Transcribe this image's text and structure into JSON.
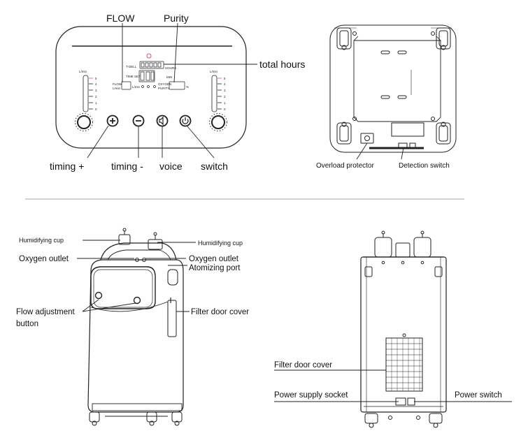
{
  "control_panel": {
    "callouts": {
      "flow": "FLOW",
      "purity": "Purity",
      "total_hours": "total hours",
      "timing_plus": "timing +",
      "timing_minus": "timing -",
      "voice": "voice",
      "switch": "switch"
    },
    "scale_marks": [
      "5",
      "4",
      "3",
      "2",
      "1",
      "0"
    ],
    "scale_header": "L/min"
  },
  "bottom_view": {
    "callouts": {
      "overload_protector": "Overload protector",
      "detection_switch": "Detection switch"
    }
  },
  "front_view": {
    "callouts": {
      "humidifying_cup_left": "Humidifying cup",
      "humidifying_cup_right": "Humidifying cup",
      "oxygen_outlet_left": "Oxygen outlet",
      "oxygen_outlet_right": "Oxygen outlet",
      "atomizing_port": "Atomizing port",
      "flow_adjustment_line1": "Flow adjustment",
      "flow_adjustment_line2": "button",
      "filter_door_cover": "Filter door cover"
    }
  },
  "back_view": {
    "callouts": {
      "filter_door_cover": "Filter door cover",
      "power_supply_socket": "Power supply socket",
      "power_switch": "Power switch"
    }
  },
  "accent_color": "#e05565"
}
